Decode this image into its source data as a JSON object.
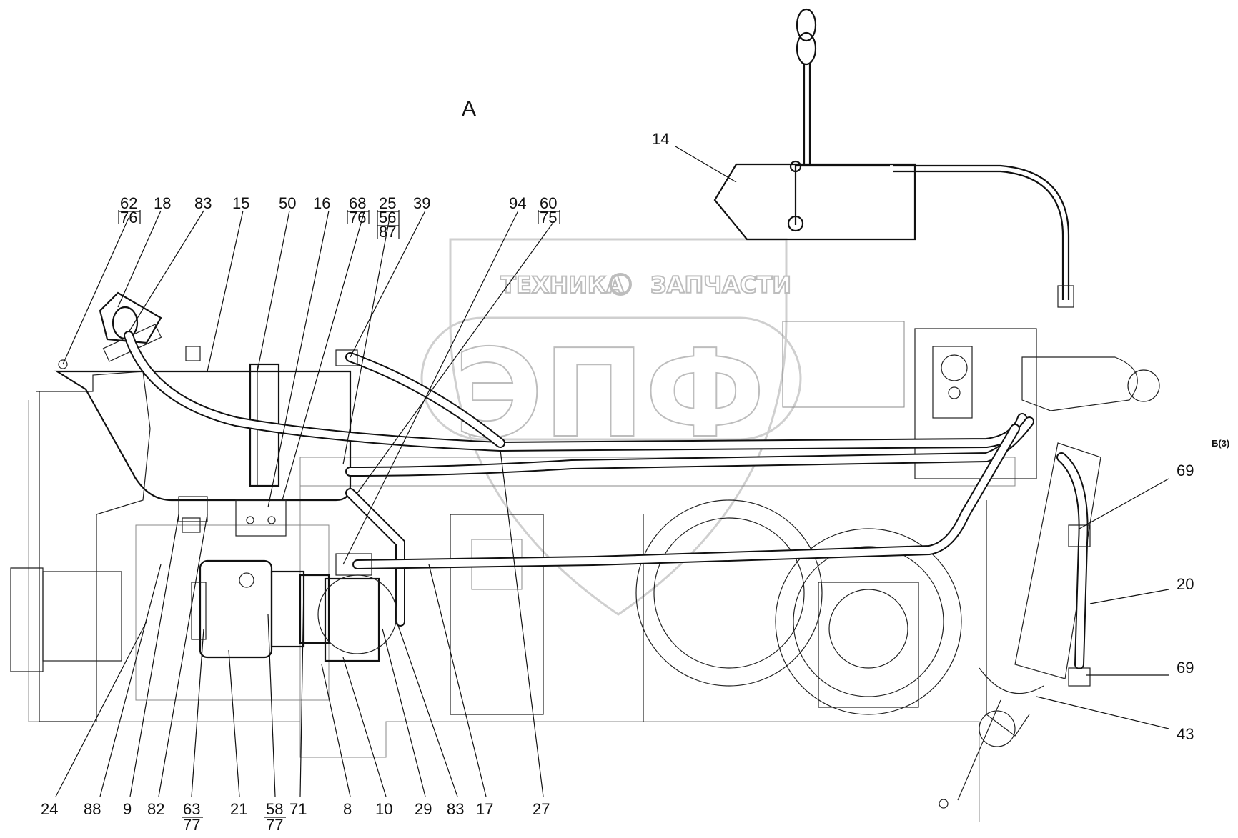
{
  "view_label": "А",
  "section_ref": "Б(3)",
  "watermark": {
    "top_left": "ТЕХНИКА",
    "top_right": "ЗАПЧАСТИ",
    "big": "ЭПФ"
  },
  "callouts_top": [
    {
      "id": "c62",
      "main": "62",
      "sub": "76"
    },
    {
      "id": "c18",
      "main": "18"
    },
    {
      "id": "c83a",
      "main": "83"
    },
    {
      "id": "c15",
      "main": "15"
    },
    {
      "id": "c50",
      "main": "50"
    },
    {
      "id": "c16",
      "main": "16"
    },
    {
      "id": "c68",
      "main": "68",
      "sub": "76"
    },
    {
      "id": "c25",
      "main": "25",
      "sub": "56",
      "sub2": "87"
    },
    {
      "id": "c39",
      "main": "39"
    },
    {
      "id": "c94",
      "main": "94"
    },
    {
      "id": "c60",
      "main": "60",
      "sub": "75"
    },
    {
      "id": "c14",
      "main": "14"
    }
  ],
  "callouts_right": [
    {
      "id": "c69a",
      "main": "69"
    },
    {
      "id": "c20",
      "main": "20"
    },
    {
      "id": "c69b",
      "main": "69"
    },
    {
      "id": "c43",
      "main": "43"
    }
  ],
  "callouts_bottom": [
    {
      "id": "c24",
      "main": "24"
    },
    {
      "id": "c88",
      "main": "88"
    },
    {
      "id": "c9",
      "main": "9"
    },
    {
      "id": "c82",
      "main": "82"
    },
    {
      "id": "c63",
      "main": "63",
      "sub": "77"
    },
    {
      "id": "c21",
      "main": "21"
    },
    {
      "id": "c58",
      "main": "58",
      "sub": "77"
    },
    {
      "id": "c71",
      "main": "71"
    },
    {
      "id": "c8",
      "main": "8"
    },
    {
      "id": "c10",
      "main": "10"
    },
    {
      "id": "c29",
      "main": "29"
    },
    {
      "id": "c83b",
      "main": "83"
    },
    {
      "id": "c17",
      "main": "17"
    },
    {
      "id": "c27",
      "main": "27"
    }
  ]
}
